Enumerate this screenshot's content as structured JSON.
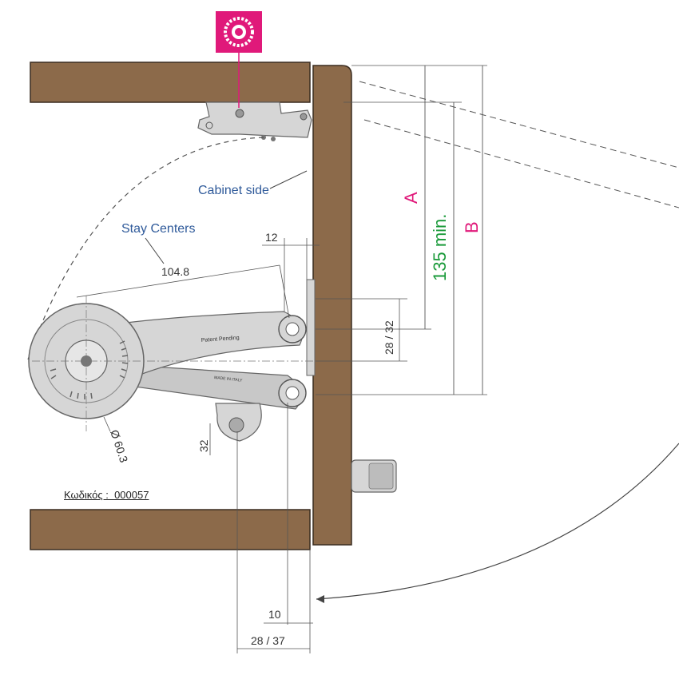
{
  "labels": {
    "cabinet_side": "Cabinet side",
    "stay_centers": "Stay Centers",
    "patent_pending": "Patent Pending",
    "made_in_italy": "MADE IN ITALY",
    "code": "Κωδικός :  000057"
  },
  "dimensions": {
    "a": "A",
    "b": "B",
    "min135": "135 min.",
    "d12": "12",
    "d104": "104.8",
    "d2832_right": "28 / 32",
    "d32": "32",
    "diameter": "Ø 60.3",
    "d10": "10",
    "d2837": "28 / 37"
  },
  "colors": {
    "wood": "#8c6a4a",
    "wood_stroke": "#3a2c20",
    "metal": "#d6d6d6",
    "metal_dark": "#9a9a9a",
    "magenta": "#e0197a",
    "green": "#1a9a3a",
    "blue": "#2f5a9a",
    "line": "#555555"
  },
  "icon": "gear-flower-icon"
}
